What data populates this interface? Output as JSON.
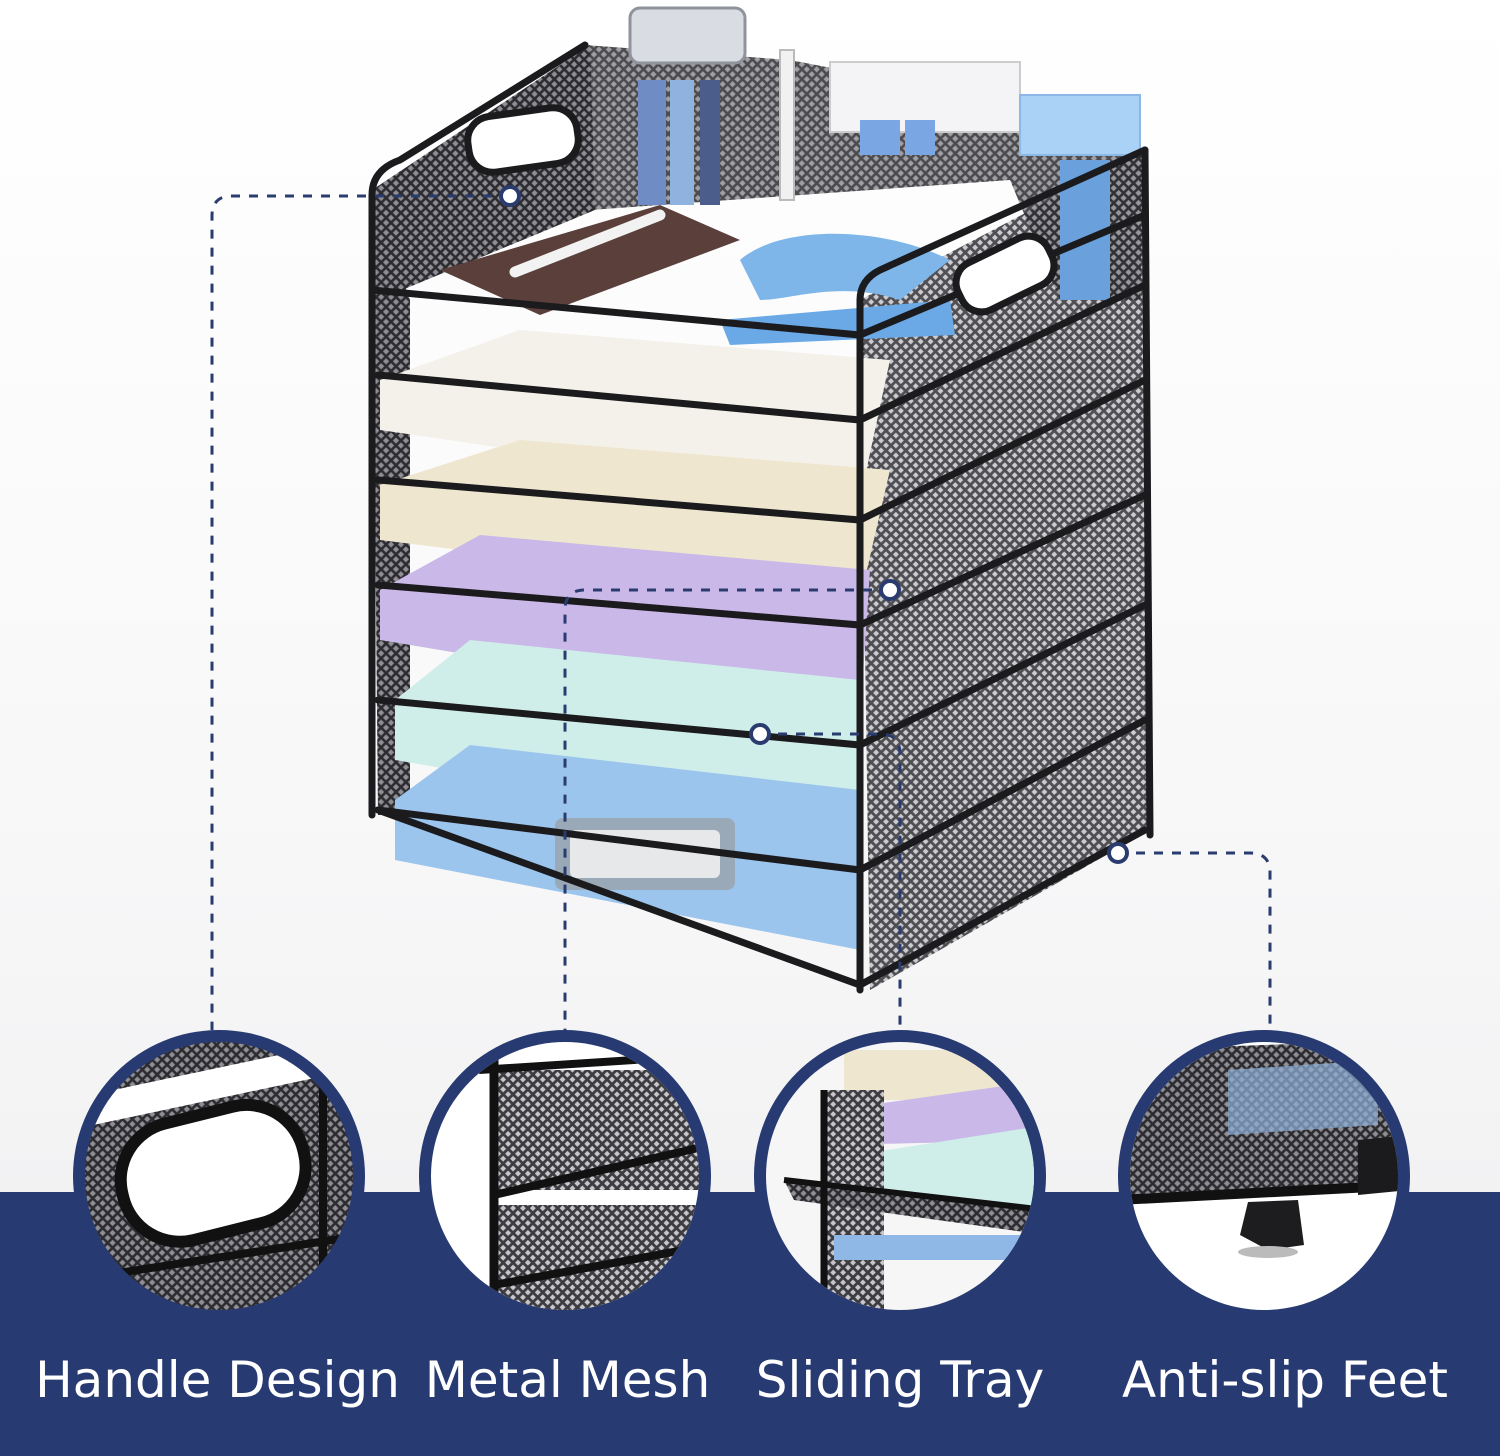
{
  "features": [
    {
      "label": "Handle Design",
      "icon": "handle-detail"
    },
    {
      "label": "Metal Mesh",
      "icon": "mesh-detail"
    },
    {
      "label": "Sliding Tray",
      "icon": "tray-detail"
    },
    {
      "label": "Anti-slip Feet",
      "icon": "feet-detail"
    }
  ],
  "colors": {
    "band": "#273a72",
    "dotted_line": "#2a3c6f",
    "frame": "#1b1b1e",
    "paper_white": "#f4f1ea",
    "paper_cream": "#efe6cf",
    "paper_lavender": "#c9b8e8",
    "paper_mint": "#cfeeea",
    "folder_blue": "#9cc5ee"
  }
}
